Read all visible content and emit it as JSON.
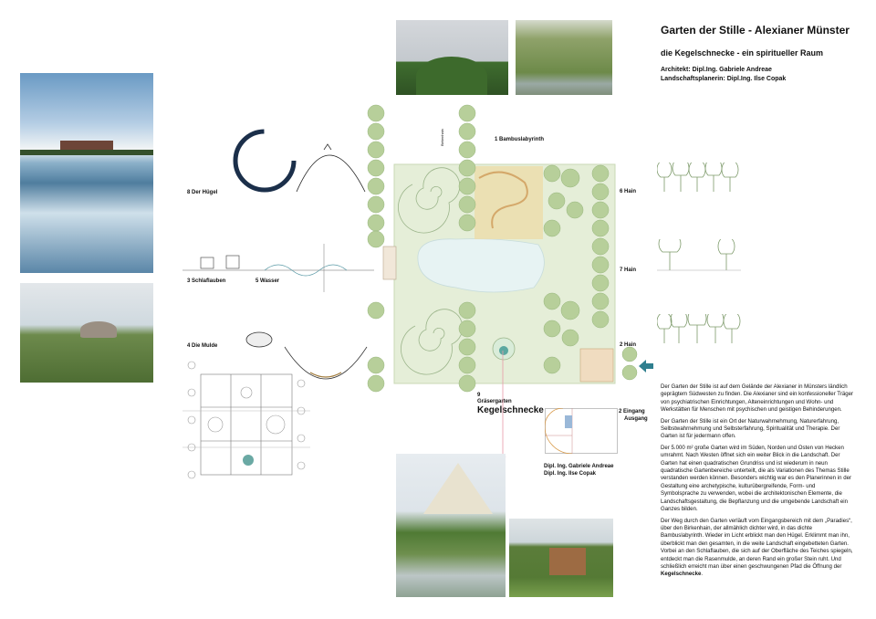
{
  "header": {
    "title": "Garten der Stille - Alexianer Münster",
    "subtitle": "die Kegelschnecke - ein spiritueller Raum",
    "architect": "Architekt: Dipl.Ing. Gabriele Andreae",
    "planner": "Landschaftsplanerin: Dipl.Ing. Ilse Copak"
  },
  "labels": {
    "huegel": "8 Der Hügel",
    "schlaflauben": "3 Schlaflauben",
    "wasser": "5 Wasser",
    "mulde": "4 Die Mulde",
    "bambus": "1 Bambuslabyrinth",
    "hain6": "6 Hain",
    "hain7": "7 Hain",
    "hain2": "2 Hain",
    "eingang_num": "2 Eingang",
    "eingang_text": "Ausgang",
    "graeser_num": "9",
    "graeser_text": "Gräsergarten",
    "kegel": "Kegelschnecke",
    "credit1": "Dipl. Ing. Gabriele Andreae",
    "credit2": "Dipl. Ing. Ilse Copak",
    "vertical": "Birkenhain"
  },
  "body": {
    "p1": "Der Garten der Stille ist auf dem Gelände der Alexianer in Münsters ländlich geprägtem Südwesten zu finden. Die Alexianer sind ein konfessioneller Träger von psychiatrischen Einrichtungen, Alteneinrichtungen und Wohn- und Werkstätten für Menschen mit psychischen und geistigen Behinderungen.",
    "p2": "Der Garten der Stille ist ein Ort der Naturwahrnehmung, Naturerfahrung, Selbstwahrnehmung und Selbsterfahrung, Spiritualität und Therapie. Der Garten ist für jedermann offen.",
    "p3": "Der 5.000 m² große Garten wird im Süden, Norden und Osten von Hecken umrahmt. Nach Westen öffnet sich ein weiter Blick in die Landschaft. Der Garten hat einen quadratischen Grundriss und ist wiederum in neun quadratische Gartenbereiche unterteilt, die als Variationen des Themas Stille verstanden werden können. Besonders wichtig war es den Planerinnen in der Gestaltung eine archetypische, kulturübergreifende, Form- und Symbolsprache zu verwenden, wobei die architektonischen Elemente, die Landschaftsgestaltung, die Bepflanzung und die umgebende Landschaft ein Ganzes bilden.",
    "p4": "Der Weg durch den Garten verläuft vom Eingangsbereich mit dem „Paradies“, über den Birkenhain, der allmählich dichter wird, in das dichte Bambuslabyrinth. Wieder im Licht erblickt man den Hügel. Erklimmt man ihn, überblickt man den gesamten, in die weite Landschaft eingebetteten Garten. Vorbei an den Schlaflauben, die sich auf der Oberfläche des Teiches spiegeln, entdeckt man die Rasenmulde, an deren Rand ein großer Stein ruht. Und schließlich erreicht man über einen geschwungenen Pfad die Öffnung der",
    "p4_end": "Kegelschnecke",
    "p4_dot": "."
  },
  "colors": {
    "tree": "#b7cf9a",
    "tree_dark": "#95b47a",
    "plan": "#e5eed8",
    "water": "#e7f3f3",
    "arrow": "#2f7f8f",
    "path": "#d4a86a"
  }
}
